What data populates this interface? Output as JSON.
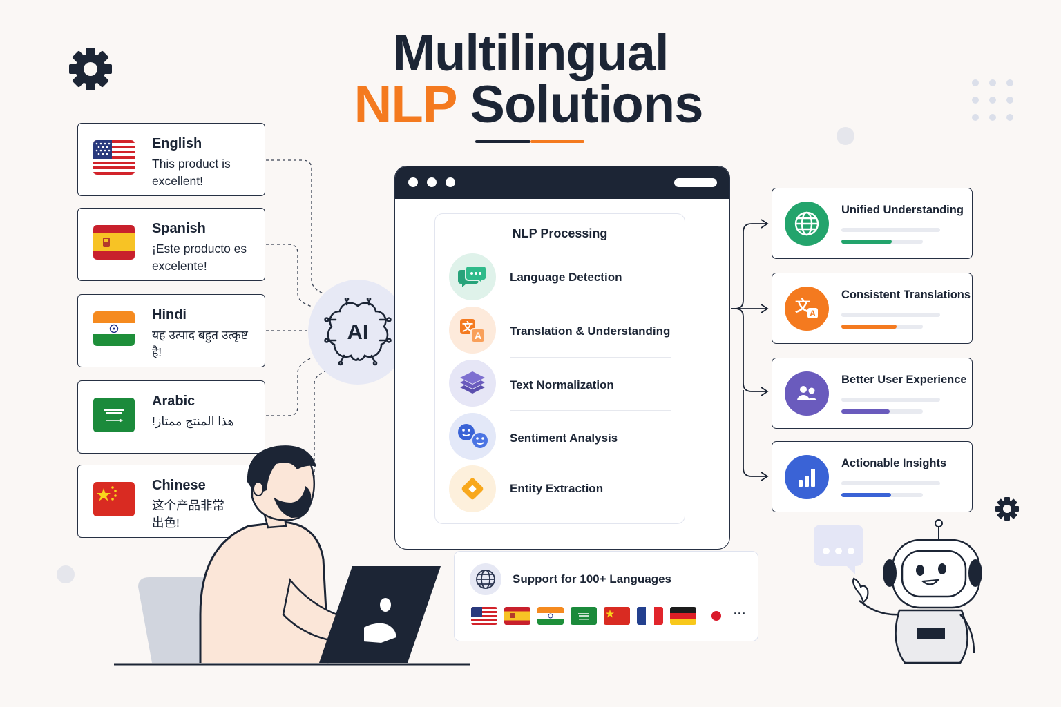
{
  "title": {
    "line1": "Multilingual",
    "line2_accent": "NLP",
    "line2_rest": "Solutions"
  },
  "colors": {
    "accent": "#f47a1f",
    "navy": "#1c2535",
    "green": "#23a46c",
    "orange": "#f47a1f",
    "purple": "#6a5bbd",
    "blue": "#3a63d6"
  },
  "languages": [
    {
      "name": "English",
      "text": "This product is excellent!",
      "flag": "us-flag"
    },
    {
      "name": "Spanish",
      "text": "¡Este producto es excelente!",
      "flag": "es-flag"
    },
    {
      "name": "Hindi",
      "text": "यह उत्पाद बहुत उत्कृष्ट है!",
      "flag": "in-flag"
    },
    {
      "name": "Arabic",
      "text": "هذا المنتج ممتاز!",
      "flag": "sa-flag"
    },
    {
      "name": "Chinese",
      "text": "这个产品非常出色!",
      "flag": "cn-flag"
    }
  ],
  "ai_hub": {
    "label": "AI",
    "icon": "brain-icon"
  },
  "processing": {
    "title": "NLP Processing",
    "steps": [
      {
        "label": "Language Detection",
        "icon": "chat-bubbles-icon"
      },
      {
        "label": "Translation & Understanding",
        "icon": "translate-icon"
      },
      {
        "label": "Text Normalization",
        "icon": "layers-icon"
      },
      {
        "label": "Sentiment Analysis",
        "icon": "smiley-faces-icon"
      },
      {
        "label": "Entity Extraction",
        "icon": "diamond-tag-icon"
      }
    ]
  },
  "outcomes": [
    {
      "label": "Unified Understanding",
      "icon": "globe-icon",
      "progress": 0.62
    },
    {
      "label": "Consistent Translations",
      "icon": "translate-icon",
      "progress": 0.68
    },
    {
      "label": "Better User Experience",
      "icon": "users-icon",
      "progress": 0.59
    },
    {
      "label": "Actionable Insights",
      "icon": "bar-chart-icon",
      "progress": 0.61
    }
  ],
  "support": {
    "label": "Support for 100+ Languages",
    "icon": "globe-icon",
    "flags": [
      "us-flag",
      "es-flag",
      "in-flag",
      "sa-flag",
      "cn-flag",
      "fr-flag",
      "de-flag",
      "jp-flag"
    ],
    "more": "···"
  }
}
